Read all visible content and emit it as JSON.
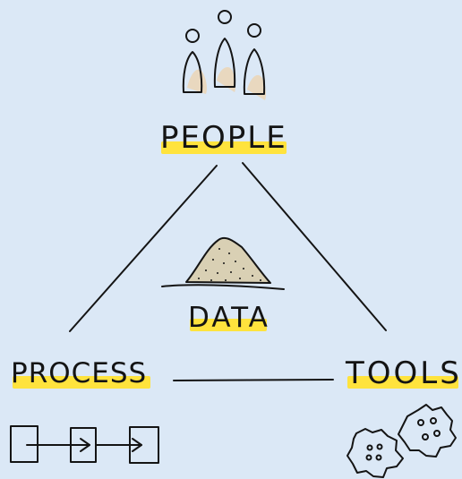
{
  "diagram": {
    "labels": {
      "people": "PEOPLE",
      "data": "DATA",
      "process": "PROCESS",
      "tools": "TOOLS"
    },
    "colors": {
      "background": "#dbe8f6",
      "highlight": "#ffe33d",
      "ink": "#141414",
      "shadow": "#e9d8bf",
      "pile_fill": "#d9d0b4"
    },
    "icons": {
      "people": "people-group-icon",
      "data": "data-pile-icon",
      "process": "process-boxes-icon",
      "tools": "gears-icon"
    }
  }
}
